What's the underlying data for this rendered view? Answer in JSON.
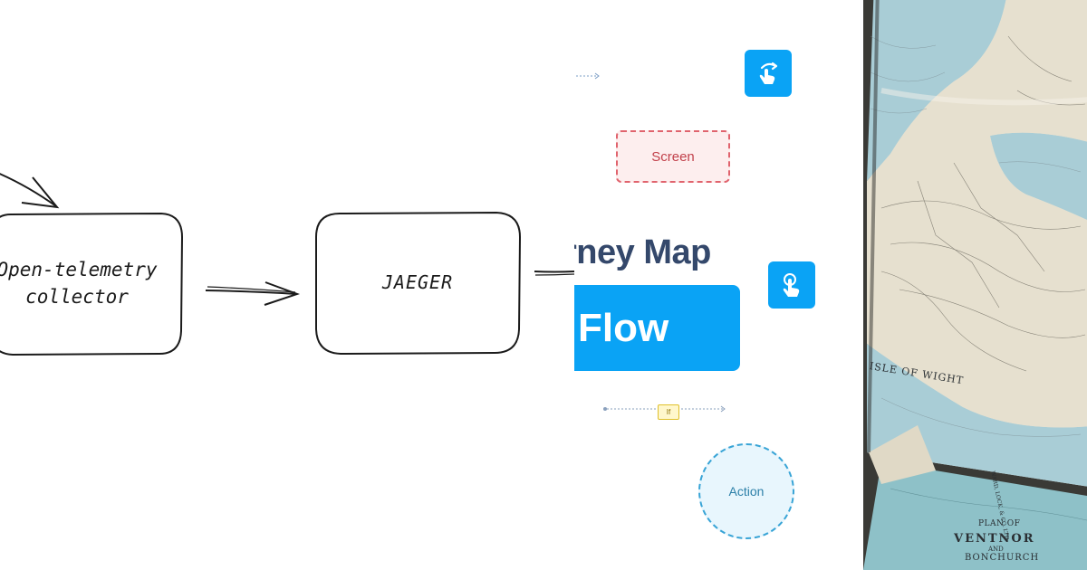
{
  "sketch_diagram": {
    "nodes": [
      {
        "id": "otel",
        "label": "Open-telemetry\ncollector"
      },
      {
        "id": "jaeger",
        "label": "JAEGER"
      }
    ]
  },
  "journey_map": {
    "title": "rney Map",
    "flow_label": "Flow",
    "screen_label": "Screen",
    "condition_label": "If",
    "action_label": "Action",
    "icons": [
      "swipe-icon",
      "tap-icon"
    ],
    "colors": {
      "primary": "#0aa3f5",
      "title": "#34486b",
      "screen": "#e0636d",
      "action": "#38a4d6"
    }
  },
  "map_photo": {
    "labels": {
      "isle": "ISLE OF WIGHT",
      "plan_of": "PLAN OF",
      "ventnor": "VENTNOR",
      "and": "AND",
      "bonchurch": "BONCHURCH",
      "publisher": "WARD, LOCK, & CO. LTD."
    }
  }
}
